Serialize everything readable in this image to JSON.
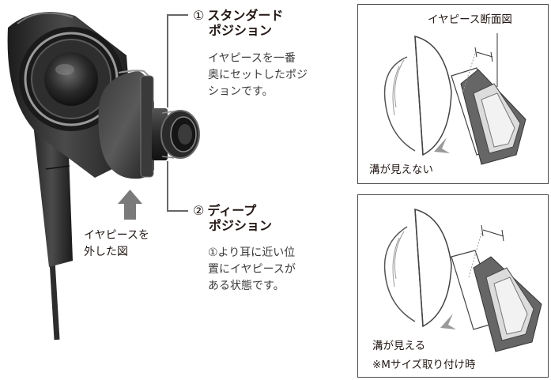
{
  "callouts": {
    "standard": {
      "number": "①",
      "title_line1": "スタンダード",
      "title_line2": "ポジション",
      "desc_line1": "イヤピースを一番",
      "desc_line2": "奥にセットしたポジ",
      "desc_line3": "ションです。"
    },
    "deep": {
      "number": "②",
      "title_line1": "ディープ",
      "title_line2": "ポジション",
      "desc_line1": "①より耳に近い位",
      "desc_line2": "置にイヤピースが",
      "desc_line3": "ある状態です。"
    },
    "removed": {
      "line1": "イヤピースを",
      "line2": "外した図"
    }
  },
  "panels": {
    "top": {
      "title": "イヤピース断面図",
      "label": "溝が見えない"
    },
    "bottom": {
      "label": "溝が見える",
      "note": "※Mサイズ取り付け時"
    }
  },
  "colors": {
    "body_dark": "#2b2b2b",
    "accent_gray": "#8a8a8a",
    "leader_line": "#666666"
  }
}
